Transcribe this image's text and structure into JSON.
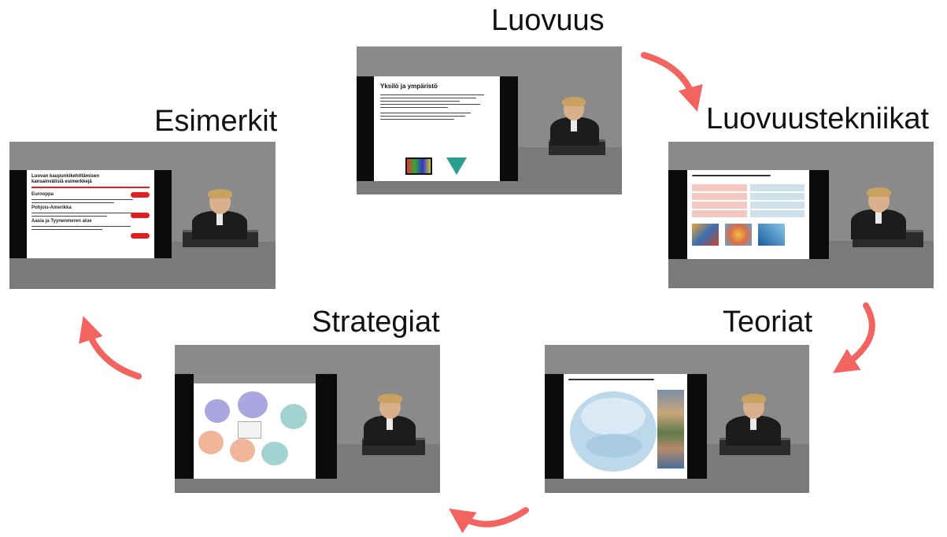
{
  "nodes": {
    "luovuus": {
      "label": "Luovuus",
      "slide_title": "Yksilö ja ympäristö"
    },
    "luovuustekniikat": {
      "label": "Luovuustekniikat"
    },
    "teoriat": {
      "label": "Teoriat"
    },
    "strategiat": {
      "label": "Strategiat"
    },
    "esimerkit": {
      "label": "Esimerkit",
      "slide_title_1": "Luovan kaupunkikehittämisen",
      "slide_title_2": "kansainvälisiä esimerkkejä",
      "sections": [
        "Eurooppa",
        "Pohjois-Amerikka",
        "Aasia ja Tyynenmeren alue"
      ]
    }
  },
  "colors": {
    "arrow": "#f2645f",
    "background": "#ffffff",
    "video_bg": "#8a8a8a"
  },
  "icons": {
    "arrow": "curved-arrow-icon"
  }
}
